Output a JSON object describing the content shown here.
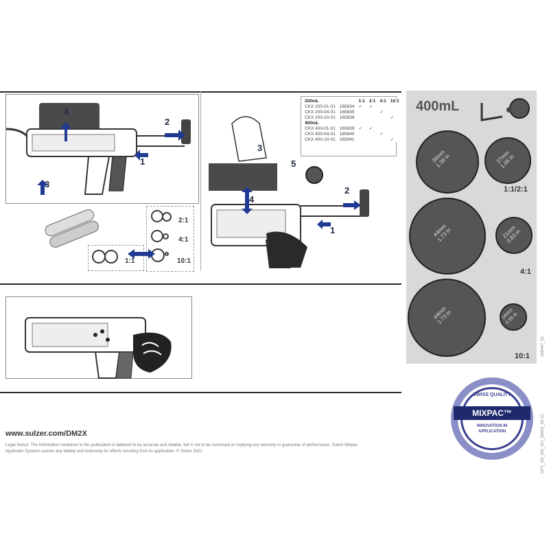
{
  "steps": {
    "panel1": [
      "4",
      "2",
      "1",
      "3"
    ],
    "panel2": [
      "3",
      "5",
      "4",
      "2",
      "1"
    ]
  },
  "ratios_small": [
    "2:1",
    "4:1",
    "1:1",
    "10:1"
  ],
  "ckx_table": {
    "columns": [
      "",
      "",
      "1:1",
      "2:1",
      "4:1",
      "10:1"
    ],
    "rows": [
      {
        "label": "200mL",
        "header": true
      },
      {
        "code": "CKX 200-01-01",
        "num": "165834"
      },
      {
        "code": "CKX 200-04-01",
        "num": "165835"
      },
      {
        "code": "CKX 200-10-01",
        "num": "165836"
      },
      {
        "label": "400mL",
        "header": true
      },
      {
        "code": "CKX 400-01-01",
        "num": "165839"
      },
      {
        "code": "CKX 400-04-01",
        "num": "165840"
      },
      {
        "code": "CKX 400-10-01",
        "num": "165841"
      }
    ],
    "checks": [
      [],
      [
        "✓",
        "✓"
      ],
      [
        "",
        "",
        "✓"
      ],
      [
        "",
        "",
        "",
        "✓"
      ],
      [],
      [
        "✓",
        "✓"
      ],
      [
        "",
        "",
        "✓"
      ],
      [
        "",
        "",
        "",
        "✓"
      ]
    ]
  },
  "volume_title": "400mL",
  "discs": {
    "d1": [
      "36mm",
      "1.38 in"
    ],
    "d2": [
      "27mm",
      "1.06 in"
    ],
    "d3": [
      "44mm",
      "1.73 in"
    ],
    "d4": [
      "21mm",
      "0.83 in"
    ],
    "d5": [
      "44mm",
      "1.73 in"
    ],
    "d6": [
      "14mm",
      "0.55 in"
    ]
  },
  "ratio_labels": [
    "1:1/2:1",
    "4:1",
    "10:1"
  ],
  "url": "www.sulzer.com/DM2X",
  "legal": "Legal Notice: The information contained in this publication is believed to be accurate and reliable, but is not to be construed as implying any warranty or guarantee of performance. Sulzer Mixpac Applicator Systems waives any liability and indemnity for effects resulting from its application. © Sulzer 2021",
  "side_code_1": "169447_01",
  "side_code_2": "APS_AD_MX_GU_DM2X_05-21",
  "logo": {
    "top": "SWISS QUALITY",
    "brand": "MIXPAC™",
    "tagline_1": "INNOVATION IN",
    "tagline_2": "APPLICATION"
  },
  "colors": {
    "accent": "#1f3a93",
    "disc": "#555555",
    "panel": "#d9d9d9"
  }
}
